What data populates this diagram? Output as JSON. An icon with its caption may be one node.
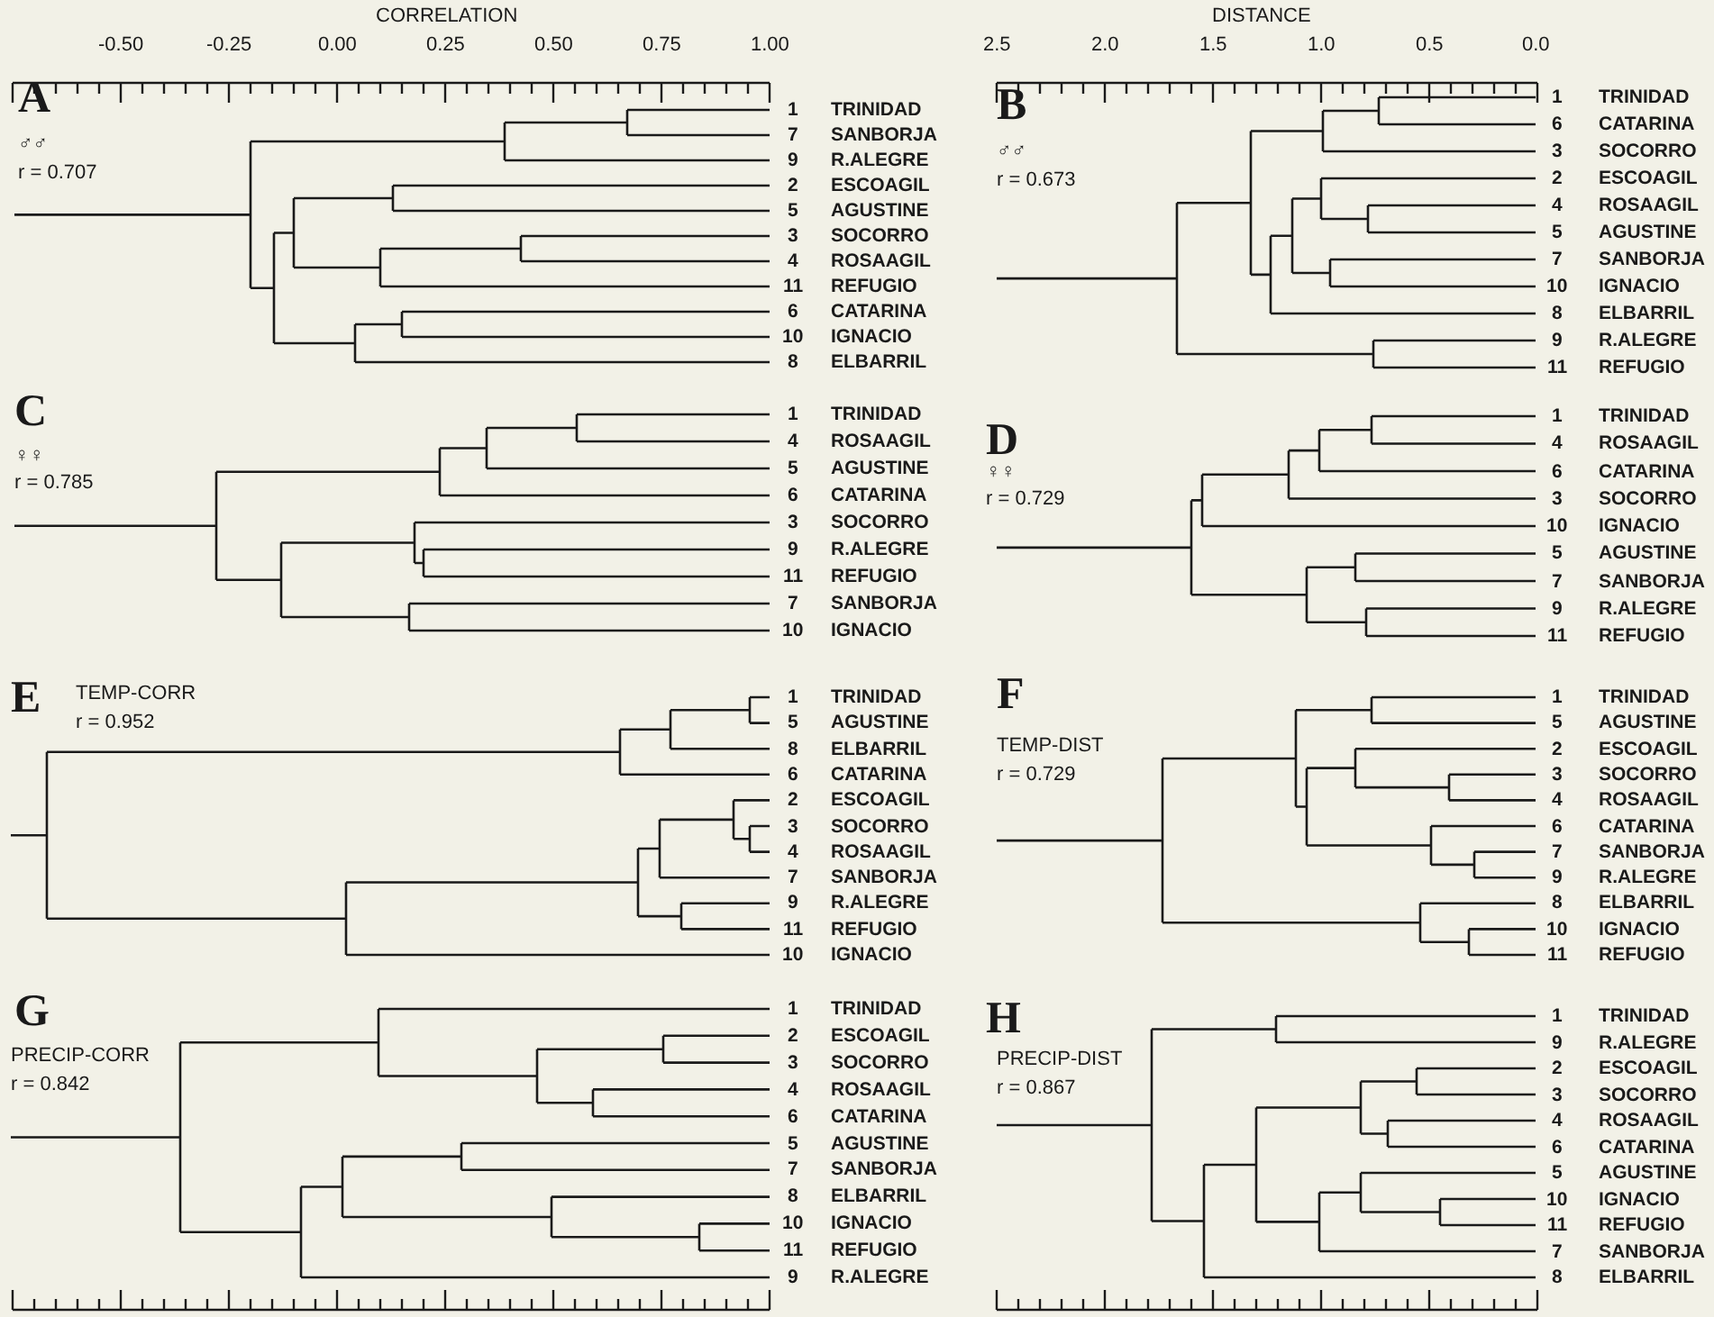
{
  "diagram": {
    "labels": [
      "CORRELATION",
      "-0.50",
      "-0.25",
      "0.00",
      "0.25",
      "0.50",
      "0.75",
      "1.00",
      "DISTANCE",
      "2.5",
      "2.0",
      "1.5",
      "1.0",
      "0.5",
      "0.0",
      "A",
      "♂♂",
      "r = 0.707",
      "1",
      "TRINIDAD",
      "7",
      "SANBORJA",
      "9",
      "R.ALEGRE",
      "2",
      "ESCOAGIL",
      "5",
      "AGUSTINE",
      "3",
      "SOCORRO",
      "4",
      "ROSAAGIL",
      "11",
      "REFUGIO",
      "6",
      "CATARINA",
      "10",
      "IGNACIO",
      "8",
      "ELBARRIL",
      "B",
      "♂♂",
      "r = 0.673",
      "1",
      "TRINIDAD",
      "6",
      "CATARINA",
      "3",
      "SOCORRO",
      "2",
      "ESCOAGIL",
      "4",
      "ROSAAGIL",
      "5",
      "AGUSTINE",
      "7",
      "SANBORJA",
      "10",
      "IGNACIO",
      "8",
      "ELBARRIL",
      "9",
      "R.ALEGRE",
      "11",
      "REFUGIO",
      "C",
      "♀♀",
      "r = 0.785",
      "1",
      "TRINIDAD",
      "4",
      "ROSAAGIL",
      "5",
      "AGUSTINE",
      "6",
      "CATARINA",
      "3",
      "SOCORRO",
      "9",
      "R.ALEGRE",
      "11",
      "REFUGIO",
      "7",
      "SANBORJA",
      "10",
      "IGNACIO",
      "D",
      "♀♀",
      "r = 0.729",
      "1",
      "TRINIDAD",
      "4",
      "ROSAAGIL",
      "6",
      "CATARINA",
      "3",
      "SOCORRO",
      "10",
      "IGNACIO",
      "5",
      "AGUSTINE",
      "7",
      "SANBORJA",
      "9",
      "R.ALEGRE",
      "11",
      "REFUGIO",
      "E",
      "TEMP-CORR",
      "r = 0.952",
      "1",
      "TRINIDAD",
      "5",
      "AGUSTINE",
      "8",
      "ELBARRIL",
      "6",
      "CATARINA",
      "2",
      "ESCOAGIL",
      "3",
      "SOCORRO",
      "4",
      "ROSAAGIL",
      "7",
      "SANBORJA",
      "9",
      "R.ALEGRE",
      "11",
      "REFUGIO",
      "10",
      "IGNACIO",
      "F",
      "TEMP-DIST",
      "r = 0.729",
      "1",
      "TRINIDAD",
      "5",
      "AGUSTINE",
      "2",
      "ESCOAGIL",
      "3",
      "SOCORRO",
      "4",
      "ROSAAGIL",
      "6",
      "CATARINA",
      "7",
      "SANBORJA",
      "9",
      "R.ALEGRE",
      "8",
      "ELBARRIL",
      "10",
      "IGNACIO",
      "11",
      "REFUGIO",
      "G",
      "PRECIP-CORR",
      "r = 0.842",
      "1",
      "TRINIDAD",
      "2",
      "ESCOAGIL",
      "3",
      "SOCORRO",
      "4",
      "ROSAAGIL",
      "6",
      "CATARINA",
      "5",
      "AGUSTINE",
      "7",
      "SANBORJA",
      "8",
      "ELBARRIL",
      "10",
      "IGNACIO",
      "11",
      "REFUGIO",
      "9",
      "R.ALEGRE",
      "H",
      "PRECIP-DIST",
      "r = 0.867",
      "1",
      "TRINIDAD",
      "9",
      "R.ALEGRE",
      "2",
      "ESCOAGIL",
      "3",
      "SOCORRO",
      "4",
      "ROSAAGIL",
      "6",
      "CATARINA",
      "5",
      "AGUSTINE",
      "10",
      "IGNACIO",
      "11",
      "REFUGIO",
      "7",
      "SANBORJA",
      "8",
      "ELBARRIL"
    ]
  }
}
